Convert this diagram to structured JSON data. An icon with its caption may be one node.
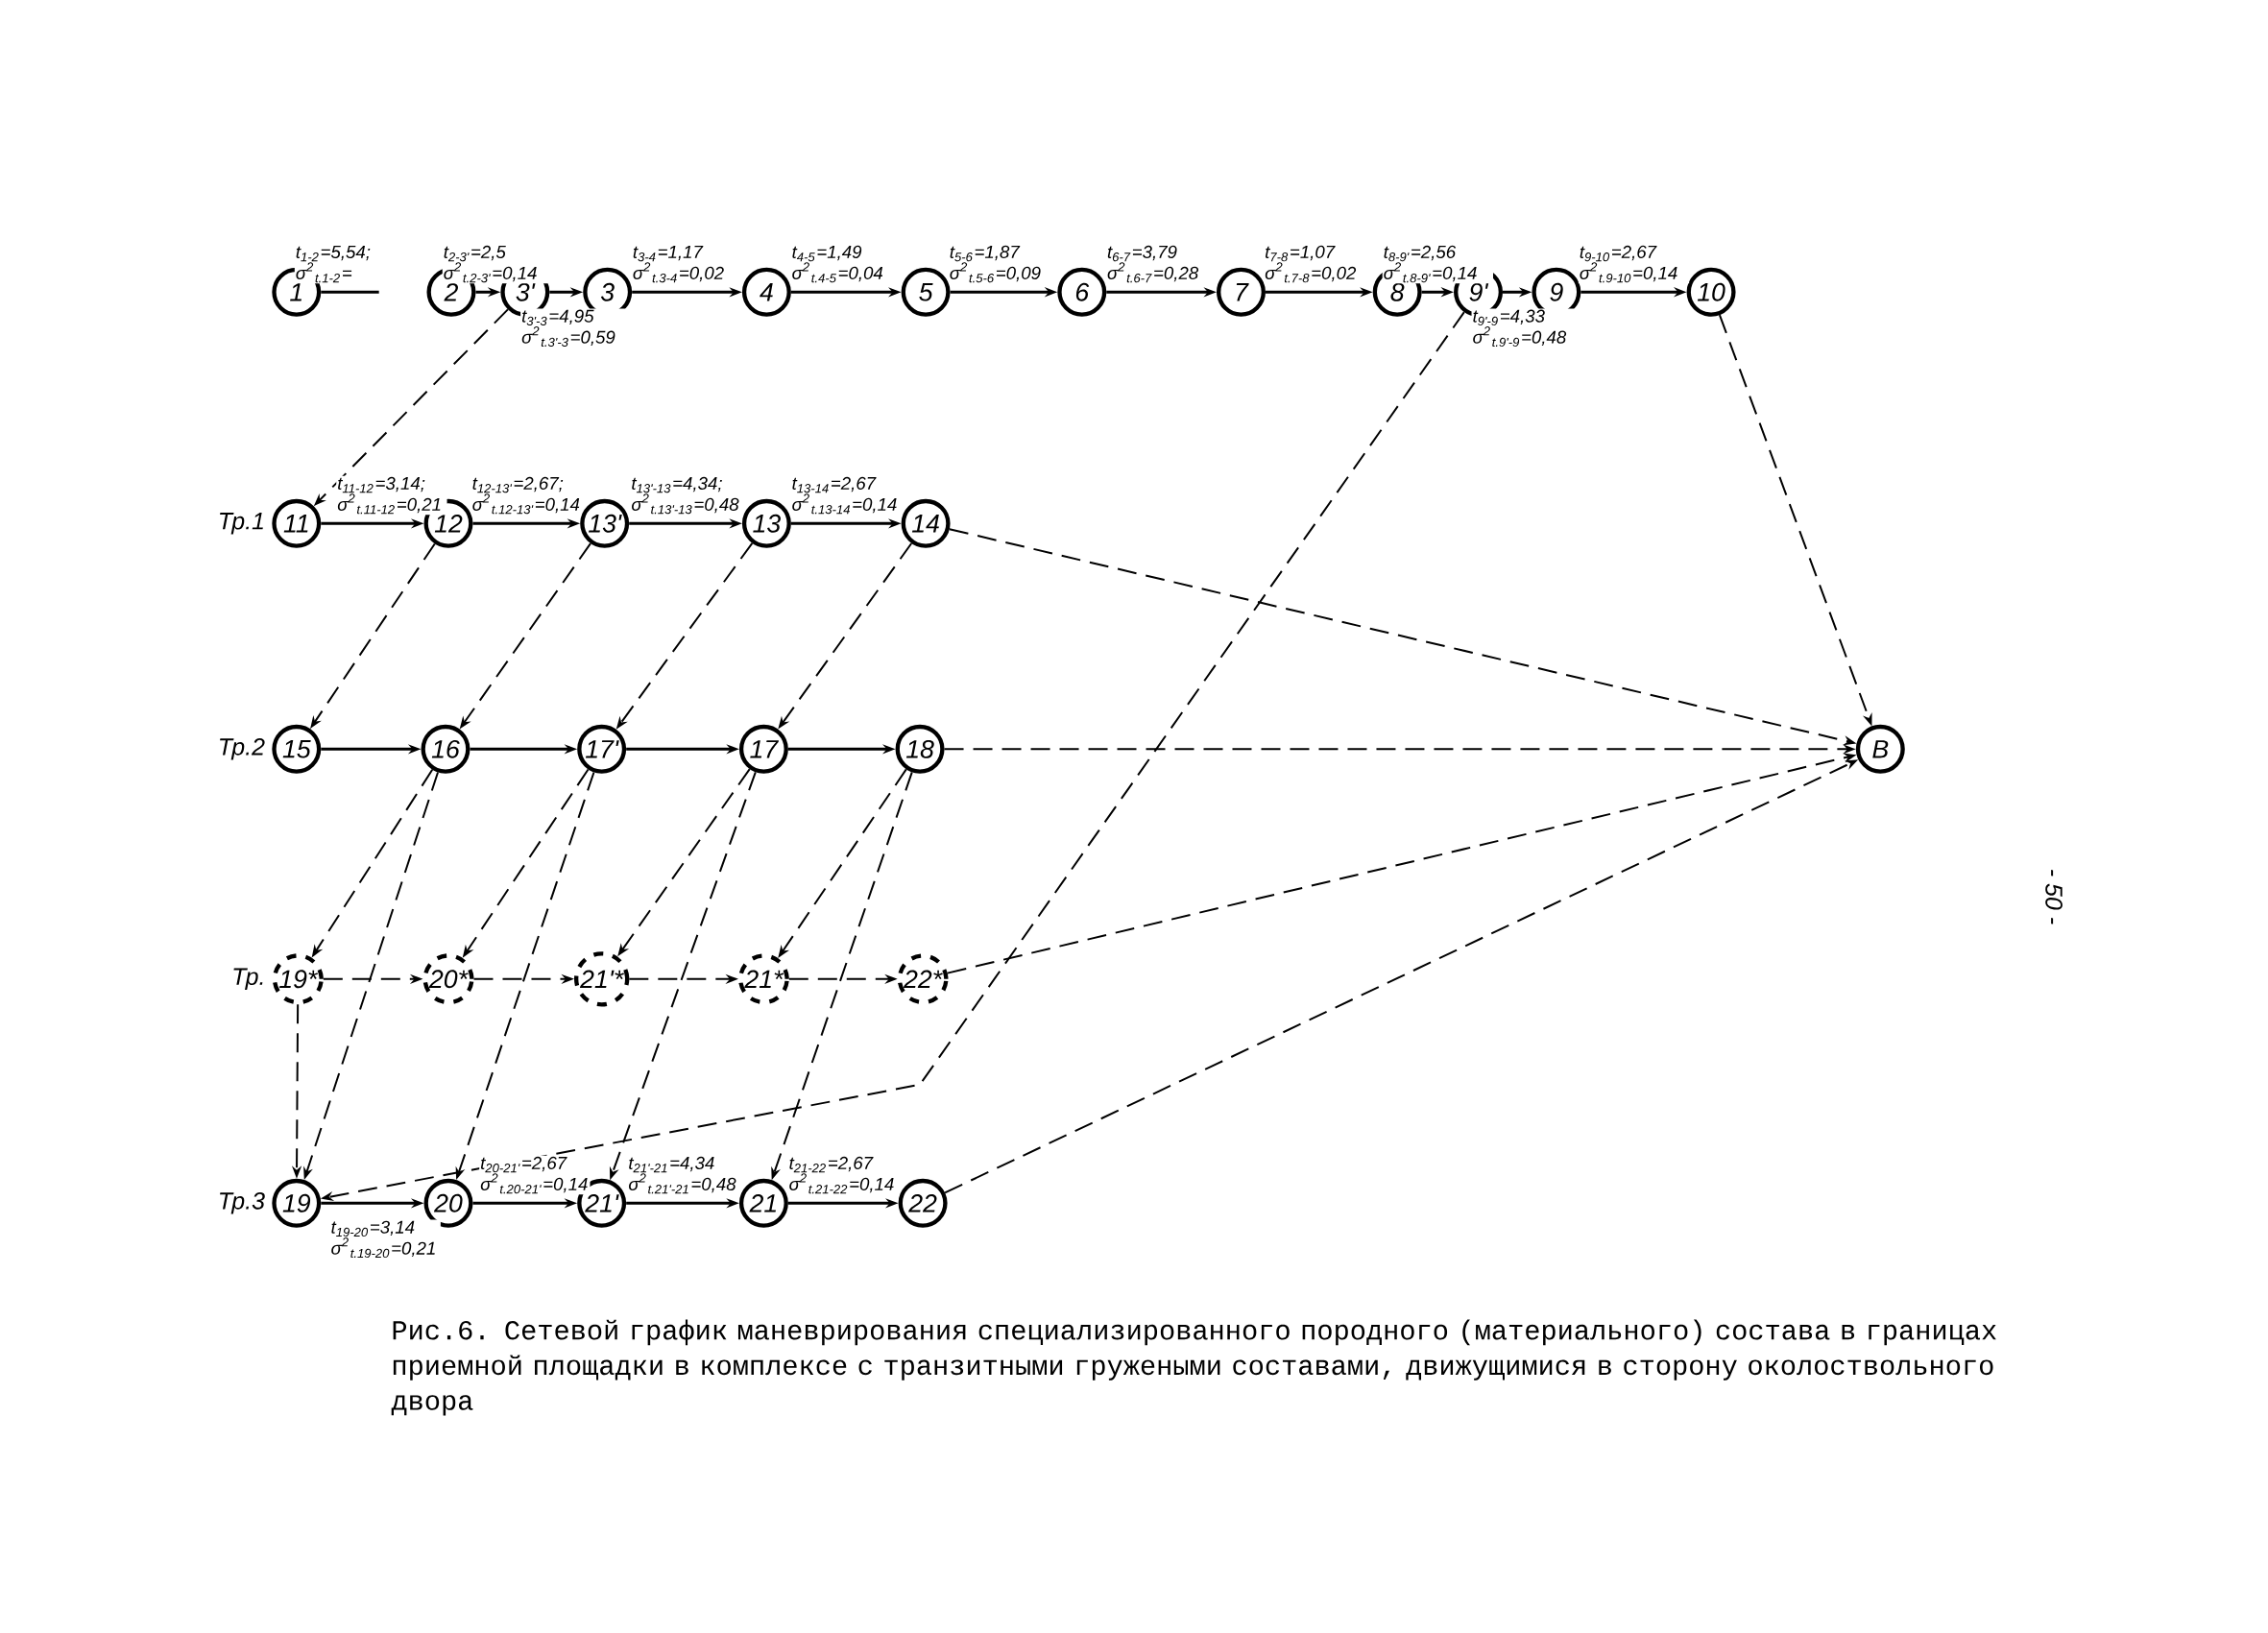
{
  "diagram": {
    "caption": "Рис.6. Сетевой график маневрирования специализированного породного (материального) состава в границах приемной площадки в комплексе с транзитными гружеными составами, движущимися в сторону околоствольного двора",
    "nodes": [
      {
        "text": [
          "1"
        ]
      },
      {
        "text": [
          "2"
        ]
      },
      {
        "text": [
          "3'"
        ]
      },
      {
        "text": [
          "3"
        ]
      },
      {
        "text": [
          "4"
        ]
      },
      {
        "text": [
          "5"
        ]
      },
      {
        "text": [
          "6"
        ]
      },
      {
        "text": [
          "7"
        ]
      },
      {
        "text": [
          "8"
        ]
      },
      {
        "text": [
          "9'"
        ]
      },
      {
        "text": [
          "9"
        ]
      },
      {
        "text": [
          "10"
        ]
      },
      {
        "text": [
          "11"
        ],
        "beside": [
          "Тр.1"
        ]
      },
      {
        "text": [
          "12"
        ]
      },
      {
        "text": [
          "13'"
        ]
      },
      {
        "text": [
          "13"
        ]
      },
      {
        "text": [
          "14"
        ]
      },
      {
        "text": [
          "15"
        ],
        "beside": [
          "Тр.2"
        ]
      },
      {
        "text": [
          "16"
        ]
      },
      {
        "text": [
          "17'"
        ]
      },
      {
        "text": [
          "17"
        ]
      },
      {
        "text": [
          "18"
        ]
      },
      {
        "text": [
          "19*"
        ],
        "beside": [
          "Тр."
        ]
      },
      {
        "text": [
          "20*"
        ]
      },
      {
        "text": [
          "21'*"
        ]
      },
      {
        "text": [
          "21*"
        ]
      },
      {
        "text": [
          "22*"
        ]
      },
      {
        "text": [
          "19"
        ],
        "beside": [
          "Тр.3"
        ]
      },
      {
        "text": [
          "20"
        ]
      },
      {
        "text": [
          "21'"
        ]
      },
      {
        "text": [
          "21"
        ]
      },
      {
        "text": [
          "22"
        ]
      },
      {
        "text": [
          "В"
        ]
      }
    ],
    "edges": [
      {
        "from": 0,
        "to": null,
        "arrow": "none",
        "label": "t$_{1-2}$=5,54; σ$^{2}$$_{t.1-2}$="
      },
      {
        "from": 1,
        "to": 2,
        "arrow": "to",
        "label": "t$_{2-3'}$=2,5 σ$^{2}$$_{t.2-3'}$=0,14"
      },
      {
        "from": 2,
        "to": 3,
        "arrow": "to",
        "label": "t$_{3'-3}$=4,95 σ$^{2}$$_{t.3'-3}$=0,59"
      },
      {
        "from": 3,
        "to": 4,
        "arrow": "to",
        "label": "t$_{3-4}$=1,17 σ$^{2}$$_{t.3-4}$=0,02"
      },
      {
        "from": 4,
        "to": 5,
        "arrow": "to",
        "label": "t$_{4-5}$=1,49 σ$^{2}$$_{t.4-5}$=0,04"
      },
      {
        "from": 5,
        "to": 6,
        "arrow": "to",
        "label": "t$_{5-6}$=1,87 σ$^{2}$$_{t.5-6}$=0,09"
      },
      {
        "from": 6,
        "to": 7,
        "arrow": "to",
        "label": "t$_{6-7}$=3,79 σ$^{2}$$_{t.6-7}$=0,28"
      },
      {
        "from": 7,
        "to": 8,
        "arrow": "to",
        "label": "t$_{7-8}$=1,07 σ$^{2}$$_{t.7-8}$=0,02"
      },
      {
        "from": 8,
        "to": 9,
        "arrow": "to",
        "label": "t$_{8-9'}$=2,56 σ$^{2}$$_{t.8-9'}$=0,14"
      },
      {
        "from": 9,
        "to": 10,
        "arrow": "to",
        "label": "t$_{9'-9}$=4,33 σ$^{2}$$_{t.9'-9}$=0,48"
      },
      {
        "from": 10,
        "to": 11,
        "arrow": "to",
        "label": "t$_{9-10}$=2,67 σ$^{2}$$_{t.9-10}$=0,14"
      },
      {
        "from": 12,
        "to": 13,
        "arrow": "to",
        "label": "t$_{11-12}$=3,14; σ$^{2}$$_{t.11-12}$=0,21"
      },
      {
        "from": 13,
        "to": 14,
        "arrow": "to",
        "label": "t$_{12-13'}$=2,67; σ$^{2}$$_{t.12-13'}$=0,14"
      },
      {
        "from": 14,
        "to": 15,
        "arrow": "to",
        "label": "t$_{13'-13}$=4,34; σ$^{2}$$_{t.13'-13}$=0,48"
      },
      {
        "from": 15,
        "to": 16,
        "arrow": "to",
        "label": "t$_{13-14}$=2,67 σ$^{2}$$_{t.13-14}$=0,14"
      },
      {
        "from": 17,
        "to": 18,
        "arrow": "to"
      },
      {
        "from": 18,
        "to": 19,
        "arrow": "to"
      },
      {
        "from": 19,
        "to": 20,
        "arrow": "to"
      },
      {
        "from": 20,
        "to": 21,
        "arrow": "to"
      },
      {
        "from": 22,
        "to": 23,
        "arrow": "to",
        "style": "dashed"
      },
      {
        "from": 23,
        "to": 24,
        "arrow": "to",
        "style": "dashed"
      },
      {
        "from": 24,
        "to": 25,
        "arrow": "to",
        "style": "dashed"
      },
      {
        "from": 25,
        "to": 26,
        "arrow": "to",
        "style": "dashed"
      },
      {
        "from": 27,
        "to": 28,
        "arrow": "to",
        "label": "t$_{19-20}$=3,14 σ$^{2}$$_{t.19-20}$=0,21"
      },
      {
        "from": 28,
        "to": 29,
        "arrow": "to",
        "label": "t$_{20-21'}$=2,67 σ$^{2}$$_{t.20-21'}$=0,14"
      },
      {
        "from": 29,
        "to": 30,
        "arrow": "to",
        "label": "t$_{21'-21}$=4,34 σ$^{2}$$_{t.21'-21}$=0,48"
      },
      {
        "from": 30,
        "to": 31,
        "arrow": "to",
        "label": "t$_{21-22}$=2,67 σ$^{2}$$_{t.21-22}$=0,14"
      },
      {
        "from": 2,
        "to": 12,
        "arrow": "to",
        "style": "dashed"
      },
      {
        "from": 11,
        "to": 32,
        "arrow": "to",
        "style": "dashed"
      },
      {
        "from": 9,
        "to": 27,
        "arrow": "to",
        "style": "dashed"
      },
      {
        "from": 16,
        "to": 32,
        "arrow": "to",
        "style": "dashed"
      },
      {
        "from": 21,
        "to": 32,
        "arrow": "to",
        "style": "dashed"
      },
      {
        "from": 26,
        "to": 32,
        "arrow": "to",
        "style": "dashed"
      },
      {
        "from": 31,
        "to": 32,
        "arrow": "to",
        "style": "dashed"
      },
      {
        "from": 13,
        "to": 17,
        "arrow": "to",
        "style": "dashed"
      },
      {
        "from": 14,
        "to": 18,
        "arrow": "to",
        "style": "dashed"
      },
      {
        "from": 15,
        "to": 19,
        "arrow": "to",
        "style": "dashed"
      },
      {
        "from": 16,
        "to": 20,
        "arrow": "to",
        "style": "dashed"
      },
      {
        "from": 18,
        "to": 22,
        "arrow": "to",
        "style": "dashed"
      },
      {
        "from": 18,
        "to": 27,
        "arrow": "to",
        "style": "dashed"
      },
      {
        "from": 19,
        "to": 23,
        "arrow": "to",
        "style": "dashed"
      },
      {
        "from": 19,
        "to": 28,
        "arrow": "to",
        "style": "dashed"
      },
      {
        "from": 20,
        "to": 24,
        "arrow": "to",
        "style": "dashed"
      },
      {
        "from": 20,
        "to": 29,
        "arrow": "to",
        "style": "dashed"
      },
      {
        "from": 21,
        "to": 25,
        "arrow": "to",
        "style": "dashed"
      },
      {
        "from": 21,
        "to": 30,
        "arrow": "to",
        "style": "dashed"
      },
      {
        "from": 22,
        "to": 27,
        "arrow": "to",
        "style": "dashed"
      }
    ],
    "labels": [
      "- 50 -"
    ]
  }
}
